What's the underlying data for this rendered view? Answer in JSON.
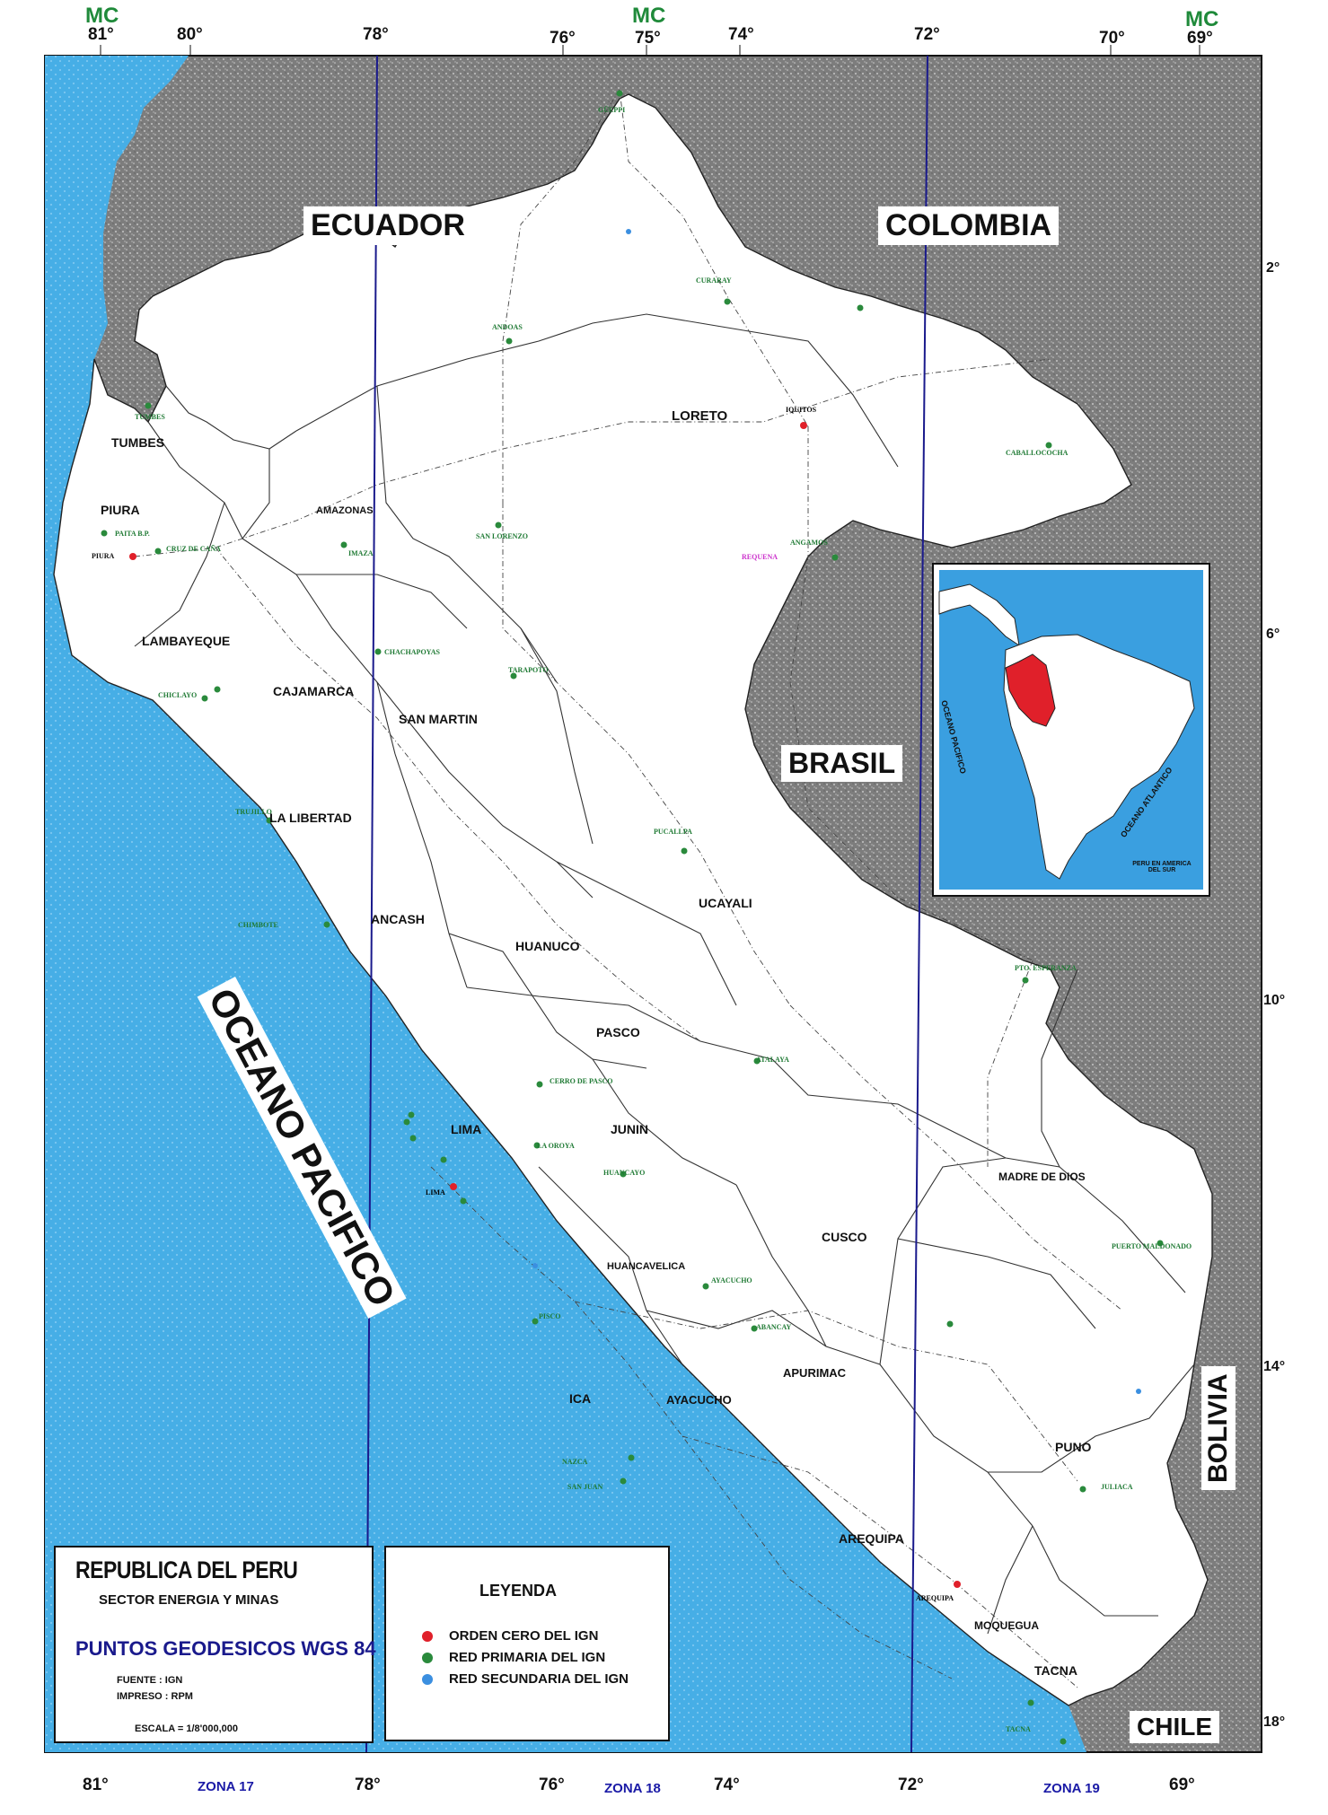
{
  "graticule": {
    "top": [
      {
        "id": "81",
        "label": "81°"
      },
      {
        "id": "80",
        "label": "80°"
      },
      {
        "id": "78",
        "label": "78°"
      },
      {
        "id": "76",
        "label": "76°"
      },
      {
        "id": "75",
        "label": "75°"
      },
      {
        "id": "74",
        "label": "74°"
      },
      {
        "id": "72",
        "label": "72°"
      },
      {
        "id": "70",
        "label": "70°"
      },
      {
        "id": "69",
        "label": "69°"
      }
    ],
    "mc": "MC",
    "bottom": [
      {
        "id": "81",
        "label": "81°"
      },
      {
        "id": "78",
        "label": "78°"
      },
      {
        "id": "76",
        "label": "76°"
      },
      {
        "id": "74",
        "label": "74°"
      },
      {
        "id": "72",
        "label": "72°"
      },
      {
        "id": "69",
        "label": "69°"
      }
    ],
    "lat": [
      {
        "id": "2",
        "label": "2°"
      },
      {
        "id": "6",
        "label": "6°"
      },
      {
        "id": "10",
        "label": "10°"
      },
      {
        "id": "14",
        "label": "14°"
      },
      {
        "id": "18",
        "label": "18°"
      }
    ],
    "zones": [
      "ZONA 17",
      "ZONA 18",
      "ZONA 19"
    ]
  },
  "countries": {
    "ecuador": "ECUADOR",
    "colombia": "COLOMBIA",
    "brasil": "BRASIL",
    "bolivia": "BOLIVIA",
    "chile": "CHILE"
  },
  "ocean": "OCEANO PACIFICO",
  "departments": {
    "tumbes": "TUMBES",
    "piura": "PIURA",
    "amazonas": "AMAZONAS",
    "loreto": "LORETO",
    "lambayeque": "LAMBAYEQUE",
    "cajamarca": "CAJAMARCA",
    "san_martin": "SAN MARTIN",
    "la_libertad": "LA LIBERTAD",
    "ancash": "ANCASH",
    "huanuco": "HUANUCO",
    "ucayali": "UCAYALI",
    "pasco": "PASCO",
    "lima": "LIMA",
    "junin": "JUNIN",
    "madre_de_dios": "MADRE DE DIOS",
    "cusco": "CUSCO",
    "huancavelica": "HUANCAVELICA",
    "apurimac": "APURIMAC",
    "ica": "ICA",
    "ayacucho": "AYACUCHO",
    "puno": "PUNO",
    "arequipa": "AREQUIPA",
    "moquegua": "MOQUEGUA",
    "tacna": "TACNA"
  },
  "stations": {
    "tumbes": "TUMBES",
    "paita": "PAITA B.P.",
    "piura": "PIURA",
    "cruz_caña": "CRUZ DE CAÑA",
    "imaza": "IMAZA",
    "iquitos": "IQUITOS",
    "san_lorenzo": "SAN LORENZO",
    "angamos": "ANGAMOS",
    "curaray": "CURARAY",
    "andoas": "ANDOAS",
    "requena": "REQUENA",
    "chachapoyas": "CHACHAPOYAS",
    "chiclayo": "CHICLAYO",
    "tarapoto": "TARAPOTO",
    "trujillo": "TRUJILLO",
    "pucallpa": "PUCALLPA",
    "chimbote": "CHIMBOTE",
    "atalaya": "ATALAYA",
    "cerro_de_pasco": "CERRO DE PASCO",
    "la_oroya": "LA OROYA",
    "huancayo": "HUANCAYO",
    "lima": "LIMA",
    "ayacucho": "AYACUCHO",
    "abancay": "ABANCAY",
    "pisco": "PISCO",
    "nazca": "NAZCA",
    "san_juan": "SAN JUAN",
    "arequipa": "AREQUIPA",
    "puerto_maldonado": "PUERTO MALDONADO",
    "juliaca": "JULIACA",
    "tacna": "TACNA",
    "gueppi": "GÜEPPI",
    "caballococha": "CABALLOCOCHA",
    "puerto_esperanza": "PTO. ESPERANZA"
  },
  "inset": {
    "oceano_pacifico": "OCEANO PACIFICO",
    "oceano_atlantico": "OCEANO ATLANTICO",
    "caption": "PERU EN AMERICA DEL SUR"
  },
  "title_block": {
    "title": "REPUBLICA DEL PERU",
    "sector": "SECTOR ENERGIA Y MINAS",
    "subtitle": "PUNTOS GEODESICOS WGS 84",
    "fuente": "FUENTE   : IGN",
    "impreso": "IMPRESO : RPM",
    "escala": "ESCALA = 1/8'000,000"
  },
  "legend": {
    "title": "LEYENDA",
    "items": [
      {
        "label": "ORDEN CERO DEL IGN",
        "color": "#e0202a"
      },
      {
        "label": "RED PRIMARIA DEL IGN",
        "color": "#2a8a3c"
      },
      {
        "label": "RED SECUNDARIA DEL IGN",
        "color": "#3b8fe0"
      }
    ]
  },
  "colors": {
    "sea": "#46aee6",
    "foreign_land": "#8e8e8e",
    "peru_land": "#ffffff",
    "meridian": "#1a1a8c",
    "inset_sea": "#3a9fe0",
    "inset_peru": "#e0202a"
  }
}
